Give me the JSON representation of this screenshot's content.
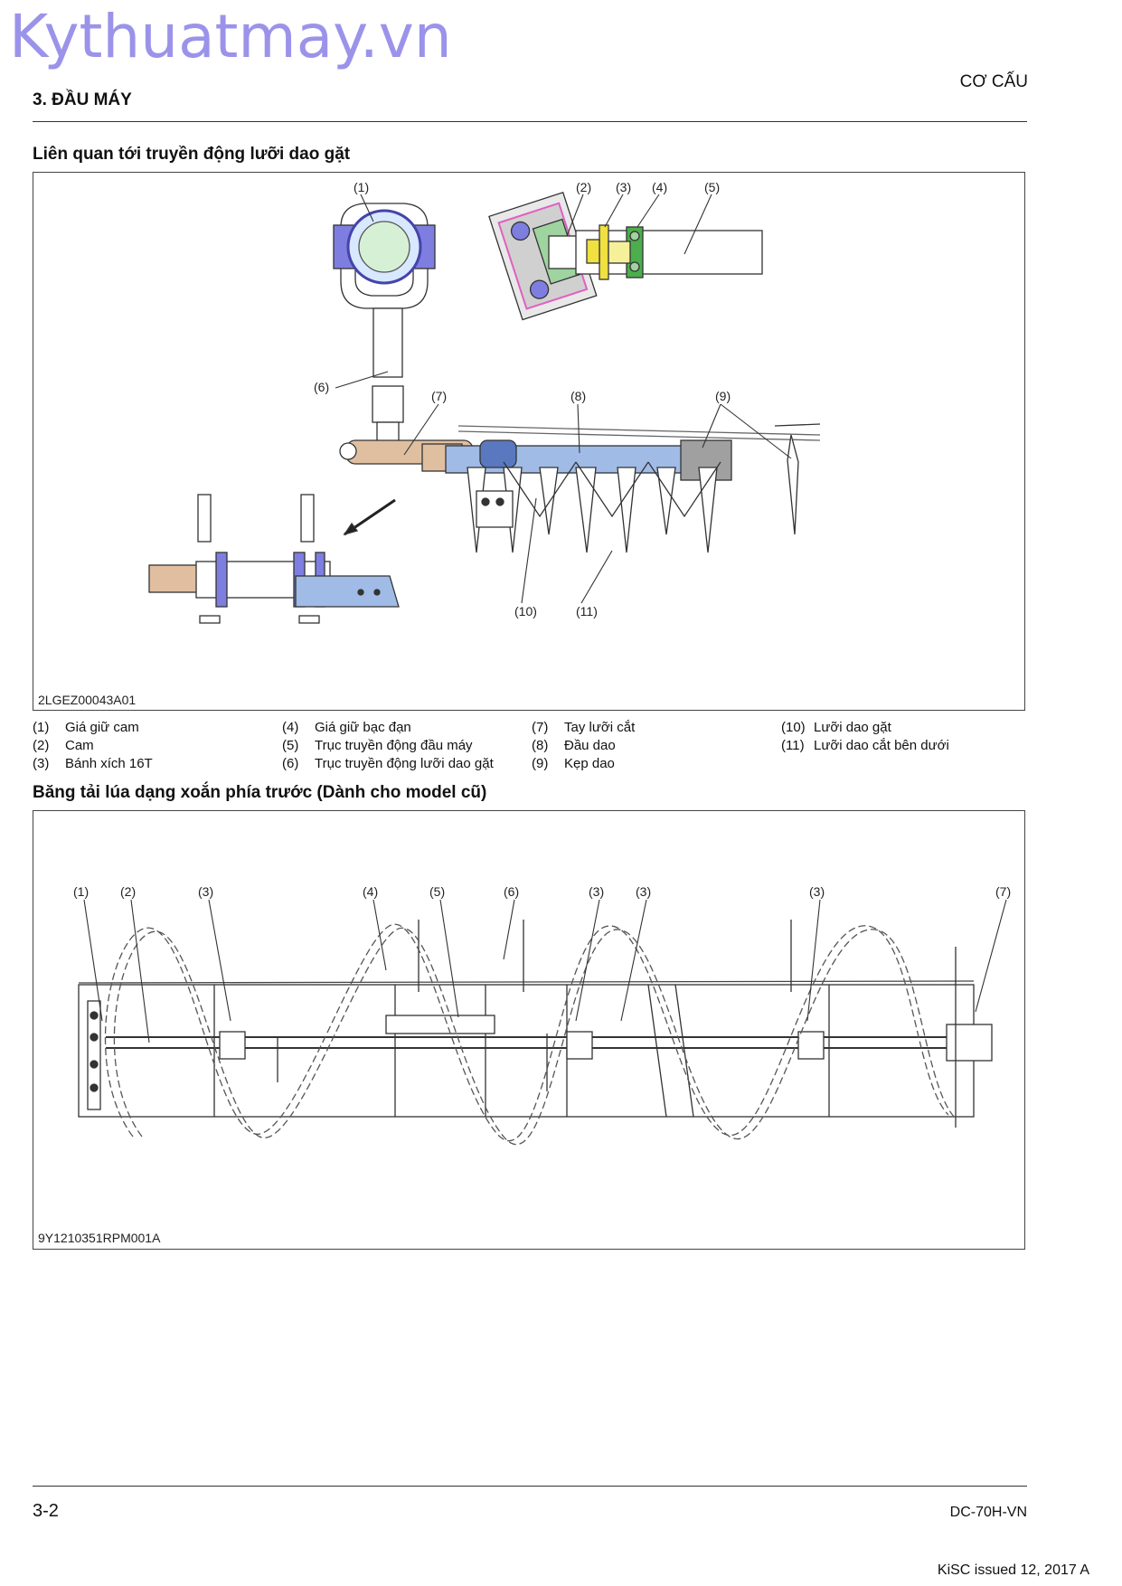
{
  "watermark": "Kythuatmay.vn",
  "header": {
    "section_title": "3. ĐẦU MÁY",
    "category": "CƠ CẤU"
  },
  "section1": {
    "title": "Liên quan tới truyền động lưỡi dao gặt",
    "figure_code": "2LGEZ00043A01",
    "callouts": [
      "(1)",
      "(2)",
      "(3)",
      "(4)",
      "(5)",
      "(6)",
      "(7)",
      "(8)",
      "(9)",
      "(10)",
      "(11)"
    ],
    "legend": [
      [
        {
          "num": "(1)",
          "text": "Giá giữ cam"
        },
        {
          "num": "(2)",
          "text": "Cam"
        },
        {
          "num": "(3)",
          "text": "Bánh xích 16T"
        }
      ],
      [
        {
          "num": "(4)",
          "text": "Giá giữ bạc đạn"
        },
        {
          "num": "(5)",
          "text": "Trục truyền động đầu máy"
        },
        {
          "num": "(6)",
          "text": "Trục truyền động lưỡi dao gặt"
        }
      ],
      [
        {
          "num": "(7)",
          "text": "Tay lưỡi cắt"
        },
        {
          "num": "(8)",
          "text": "Đầu dao"
        },
        {
          "num": "(9)",
          "text": "Kẹp dao"
        }
      ],
      [
        {
          "num": "(10)",
          "text": "Lưỡi dao gặt"
        },
        {
          "num": "(11)",
          "text": "Lưỡi dao cắt bên dưới"
        }
      ]
    ]
  },
  "section2": {
    "title": "Băng tải lúa dạng xoắn phía trước (Dành cho model cũ)",
    "figure_code": "9Y1210351RPM001A",
    "callouts": [
      "(1)",
      "(2)",
      "(3)",
      "(4)",
      "(5)",
      "(6)",
      "(3)",
      "(3)",
      "(3)",
      "(7)"
    ]
  },
  "footer": {
    "page": "3-2",
    "doc_code": "DC-70H-VN",
    "issued": "KiSC issued 12, 2017 A"
  },
  "colors": {
    "bearing_blue": "#7e7ee0",
    "knife_blue": "#9fbbe6",
    "arm_tan": "#e0bfa0",
    "sprocket_yellow": "#f0e040",
    "holder_green": "#4cae4c",
    "cam_pink": "#e060c0",
    "watermark": "#9b93ea"
  }
}
